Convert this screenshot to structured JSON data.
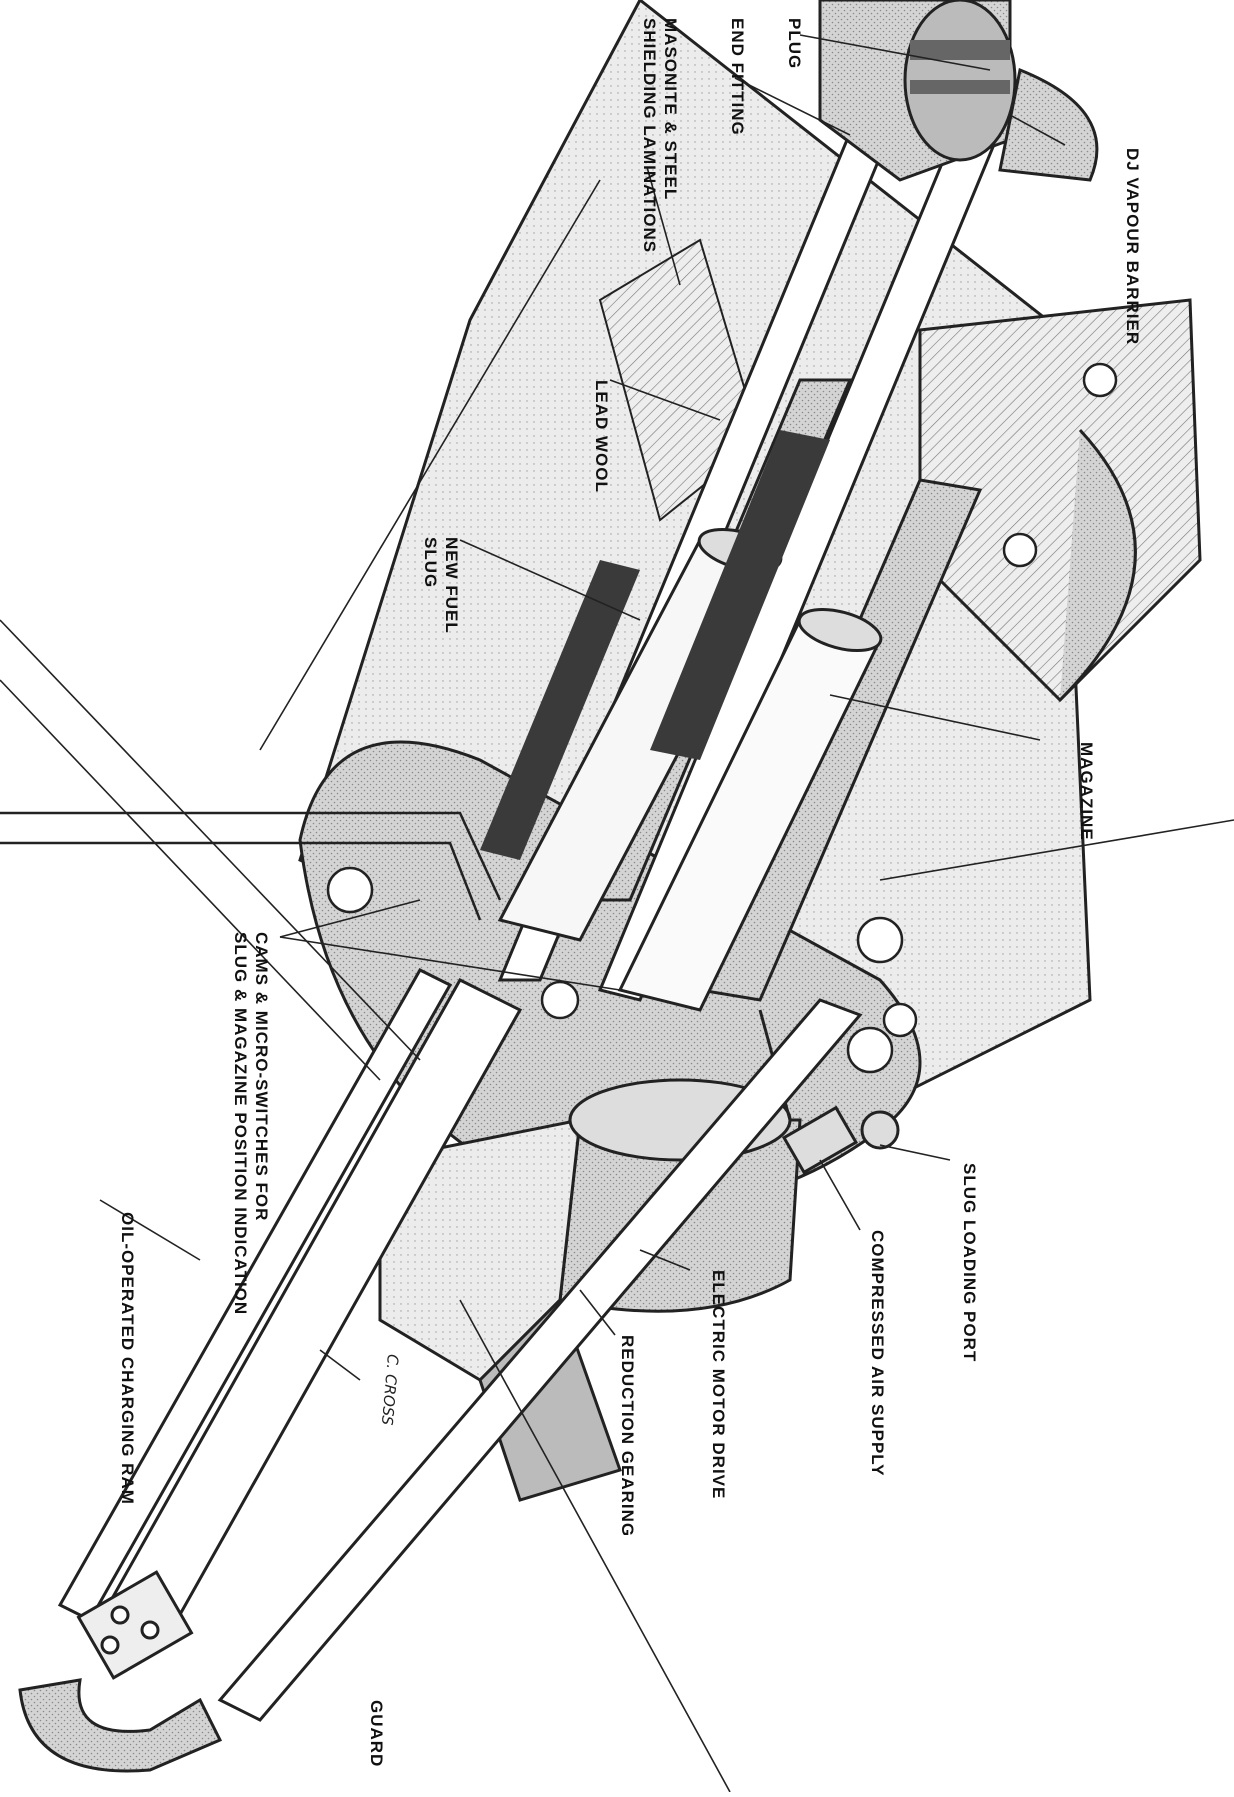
{
  "labels": {
    "plug": "PLUG",
    "end_fitting": "END FITTING",
    "masonite_line1": "MASONITE & STEEL",
    "masonite_line2": "SHIELDING LAMINATIONS",
    "dj_vapour_barrier": "DJ VAPOUR BARRIER",
    "lead_wool": "LEAD WOOL",
    "new_fuel_line1": "NEW FUEL",
    "new_fuel_line2": "SLUG",
    "magazine": "MAGAZINE",
    "cams_line1": "CAMS & MICRO-SWITCHES FOR",
    "cams_line2": "SLUG & MAGAZINE POSITION INDICATION",
    "slug_loading_port": "SLUG LOADING PORT",
    "oil_ram": "OIL-OPERATED CHARGING RAM",
    "compressed_air": "COMPRESSED AIR SUPPLY",
    "electric_motor": "ELECTRIC MOTOR DRIVE",
    "reduction_gearing": "REDUCTION GEARING",
    "guard": "GUARD"
  },
  "signature": "C. CROSS"
}
